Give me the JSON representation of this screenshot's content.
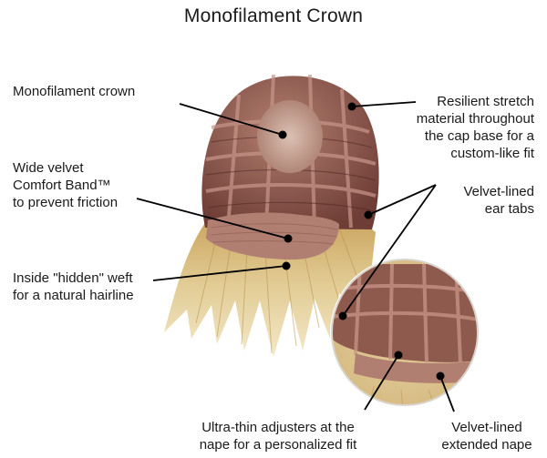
{
  "title": "Monofilament Crown",
  "callouts": {
    "monofilament_crown": [
      "Monofilament crown"
    ],
    "comfort_band": [
      "Wide velvet",
      "Comfort Band™",
      "to prevent friction"
    ],
    "hidden_weft": [
      "Inside \"hidden\" weft",
      "for a natural hairline"
    ],
    "stretch_material": [
      "Resilient stretch",
      "material throughout",
      "the cap base for a",
      "custom-like fit"
    ],
    "ear_tabs": [
      "Velvet-lined",
      "ear tabs"
    ],
    "adjusters": [
      "Ultra-thin adjusters at the",
      "nape for a personalized fit"
    ],
    "extended_nape": [
      "Velvet-lined",
      "extended nape"
    ]
  },
  "colors": {
    "cap_mesh": "#9e6a5e",
    "cap_dark": "#5b2f2a",
    "mono_patch": "#c9a79a",
    "band": "#b07f72",
    "hair_light": "#e9d7a6",
    "hair_gold": "#c9a25c",
    "leader_line": "#000000",
    "dot": "#000000"
  }
}
